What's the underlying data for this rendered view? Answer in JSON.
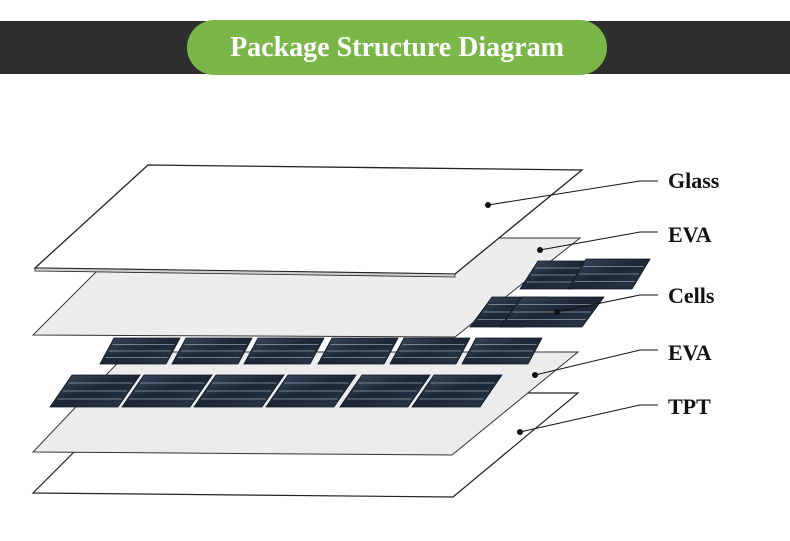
{
  "header": {
    "title": "Package Structure Diagram"
  },
  "layers": [
    {
      "id": "glass",
      "label": "Glass"
    },
    {
      "id": "eva-top",
      "label": "EVA"
    },
    {
      "id": "cells",
      "label": "Cells"
    },
    {
      "id": "eva-bottom",
      "label": "EVA"
    },
    {
      "id": "tpt",
      "label": "TPT"
    }
  ],
  "colors": {
    "header_band": "#2e2e2e",
    "title_pill": "#7ab648",
    "title_text": "#ffffff",
    "cell_fill": "#1f2b3a",
    "sheet_fill": "#ececec",
    "outline": "#222222"
  }
}
